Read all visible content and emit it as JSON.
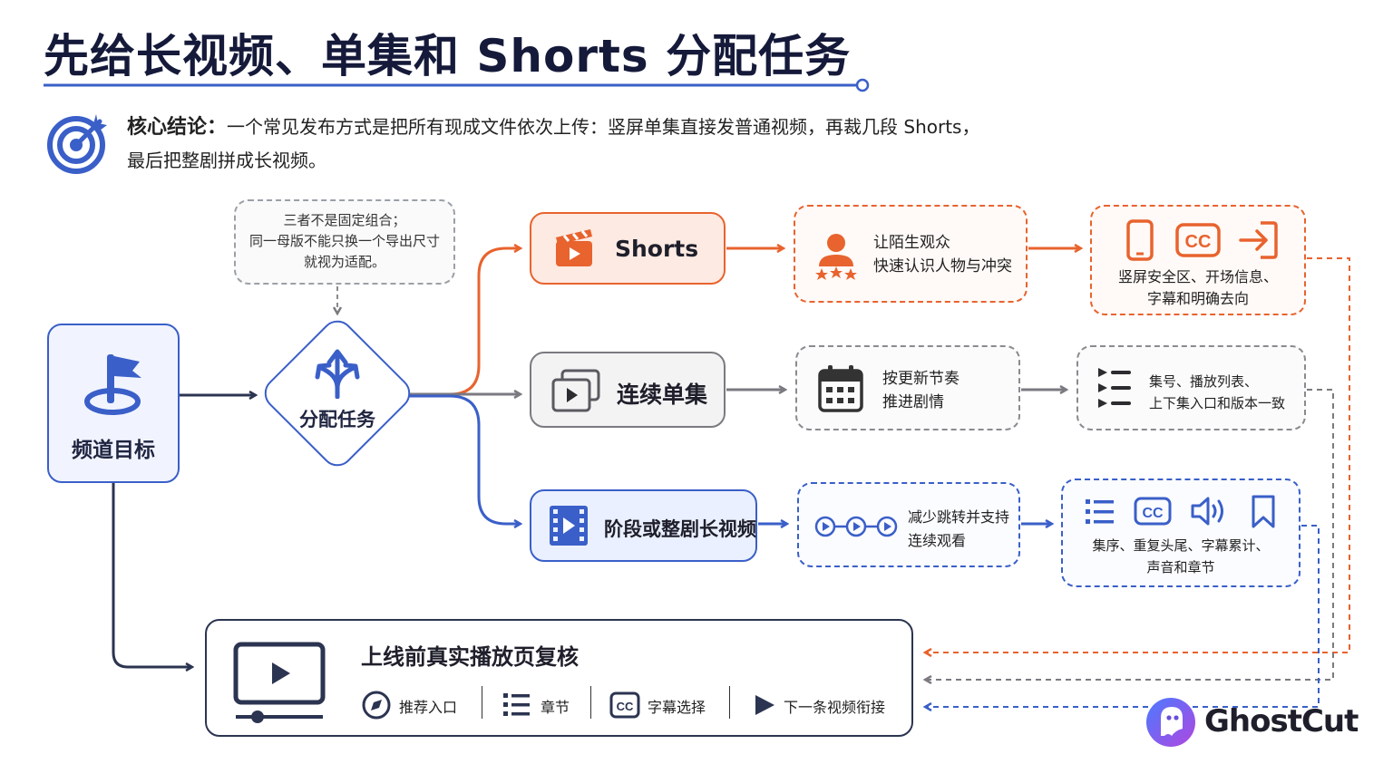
{
  "title": "先给长视频、单集和 Shorts 分配任务",
  "summary": {
    "lead": "核心结论：",
    "line1": "一个常见发布方式是把所有现成文件依次上传：竖屏单集直接发普通视频，再裁几段 Shorts，",
    "line2": "最后把整剧拼成长视频。"
  },
  "note": {
    "line1": "三者不是固定组合；",
    "line2": "同一母版不能只换一个导出尺寸",
    "line3": "就视为适配。"
  },
  "goal": {
    "label": "频道目标"
  },
  "assign": {
    "label": "分配任务"
  },
  "shorts": {
    "label": "Shorts",
    "purpose": {
      "line1": "让陌生观众",
      "line2": "快速认识人物与冲突"
    },
    "checks": {
      "line1": "竖屏安全区、开场信息、",
      "line2": "字幕和明确去向"
    }
  },
  "series": {
    "label": "连续单集",
    "purpose": {
      "line1": "按更新节奏",
      "line2": "推进剧情"
    },
    "checks": {
      "line1": "集号、播放列表、",
      "line2": "上下集入口和版本一致"
    }
  },
  "long": {
    "label": "阶段或整剧长视频",
    "purpose": {
      "line1": "减少跳转并支持",
      "line2": "连续观看"
    },
    "checks": {
      "line1": "集序、重复头尾、字幕累计、",
      "line2": "声音和章节"
    }
  },
  "review": {
    "title": "上线前真实播放页复核",
    "items": [
      "推荐入口",
      "章节",
      "字幕选择",
      "下一条视频衔接"
    ]
  },
  "brand": {
    "name": "GhostCut"
  },
  "colors": {
    "navy": "#151a3a",
    "blue": "#3a5fc8",
    "orange": "#e8632e",
    "gray": "#7a7a80"
  }
}
